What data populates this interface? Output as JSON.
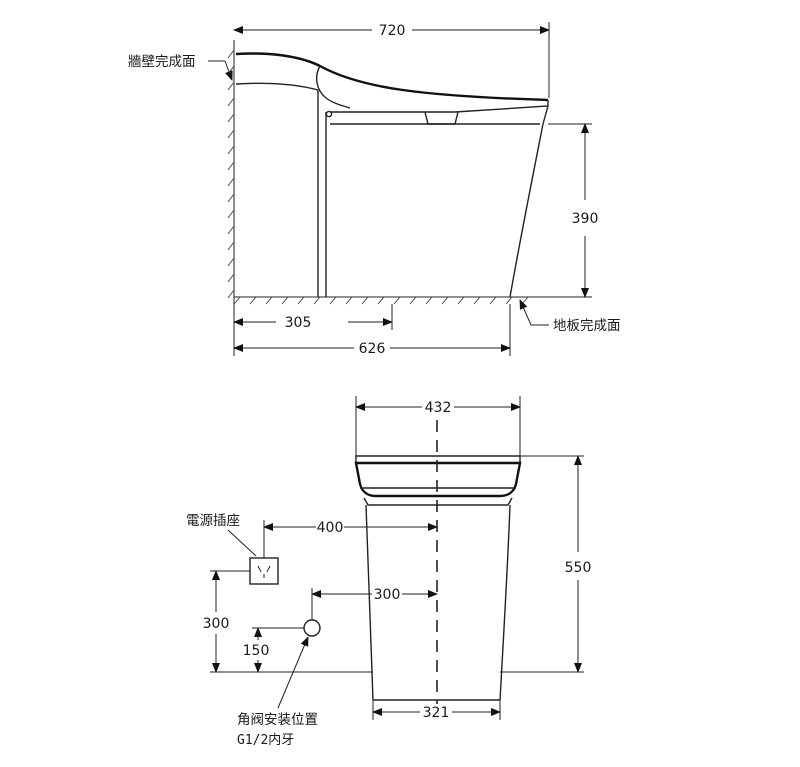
{
  "side_view": {
    "wall_label": "牆壁完成面",
    "floor_label": "地板完成面",
    "dims": {
      "overall_length": "720",
      "height": "390",
      "drain_offset": "305",
      "base_depth": "626"
    }
  },
  "front_view": {
    "outlet_label": "電源插座",
    "valve_label_line1": "角阀安装位置",
    "valve_label_line2": "G1/2内牙",
    "dims": {
      "top_width": "432",
      "height": "550",
      "outlet_offset": "400",
      "valve_offset": "300",
      "outlet_height": "300",
      "valve_height": "150",
      "base_width": "321"
    }
  },
  "colors": {
    "line": "#222222",
    "background": "#ffffff"
  }
}
